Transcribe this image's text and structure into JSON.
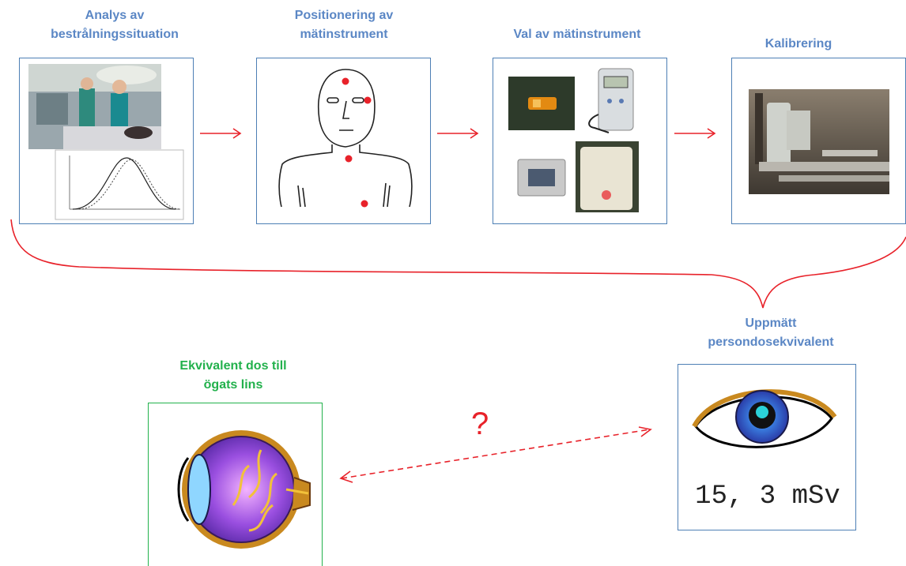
{
  "steps": [
    {
      "title_line1": "Analys av",
      "title_line2": "bestrålningssituation"
    },
    {
      "title_line1": "Positionering av",
      "title_line2": "mätinstrument"
    },
    {
      "title_line1": "Val av mätinstrument",
      "title_line2": ""
    },
    {
      "title_line1": "Kalibrering",
      "title_line2": ""
    }
  ],
  "result": {
    "title_line1": "Uppmätt",
    "title_line2": "persondosekvivalent",
    "dose_value": "15, 3 mSv"
  },
  "target": {
    "title_line1": "Ekvivalent dos till",
    "title_line2": "ögats lins"
  },
  "question_mark": "?",
  "colors": {
    "title_blue": "#5b87c5",
    "title_green": "#22b14c",
    "arrow_red": "#e8222a",
    "box_border_blue": "#4d7fb5"
  },
  "icons": [
    "hospital-photo-icon",
    "gaussian-curve-icon",
    "head-torso-sketch-icon",
    "dosimeter-devices-icon",
    "calibration-bench-icon",
    "eye-icon",
    "eye-anatomy-icon"
  ]
}
